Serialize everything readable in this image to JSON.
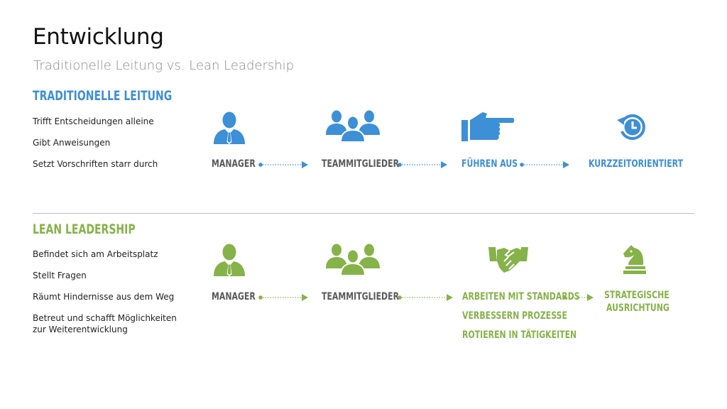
{
  "slide": {
    "title": "Entwicklung",
    "subtitle": "Traditionelle Leitung vs. Lean Leadership"
  },
  "colors": {
    "traditional": "#3d8fd6",
    "lean": "#86b24a",
    "neutral_label": "#595959"
  },
  "traditional": {
    "heading": "TRADITIONELLE LEITUNG",
    "points": [
      "Trifft Entscheidungen alleine",
      "Gibt Anweisungen",
      "Setzt Vorschriften starr durch"
    ],
    "flow": [
      {
        "label": "MANAGER",
        "icon": "manager-icon"
      },
      {
        "label": "TEAMMITGLIEDER",
        "icon": "team-members-icon"
      },
      {
        "label": "FÜHREN AUS",
        "icon": "pointing-hand-icon"
      },
      {
        "label": "KURZZEITORIENTIERT",
        "icon": "clock-history-icon"
      }
    ]
  },
  "lean": {
    "heading": "LEAN LEADERSHIP",
    "points": [
      "Befindet sich am Arbeitsplatz",
      "Stellt Fragen",
      "Räumt Hindernisse aus dem Weg",
      "Betreut und schafft Möglichkeiten",
      "zur Weiterentwicklung"
    ],
    "flow": [
      {
        "label": "MANAGER",
        "icon": "manager-icon"
      },
      {
        "label": "TEAMMITGLIEDER",
        "icon": "team-members-icon"
      },
      {
        "labels": [
          "ARBEITEN MIT STANDARDS",
          "VERBESSERN PROZESSE",
          "ROTIEREN IN TÄTIGKEITEN"
        ],
        "icon": "handshake-icon"
      },
      {
        "labels": [
          "STRATEGISCHE",
          "AUSRICHTUNG"
        ],
        "icon": "chess-knight-icon"
      }
    ]
  }
}
